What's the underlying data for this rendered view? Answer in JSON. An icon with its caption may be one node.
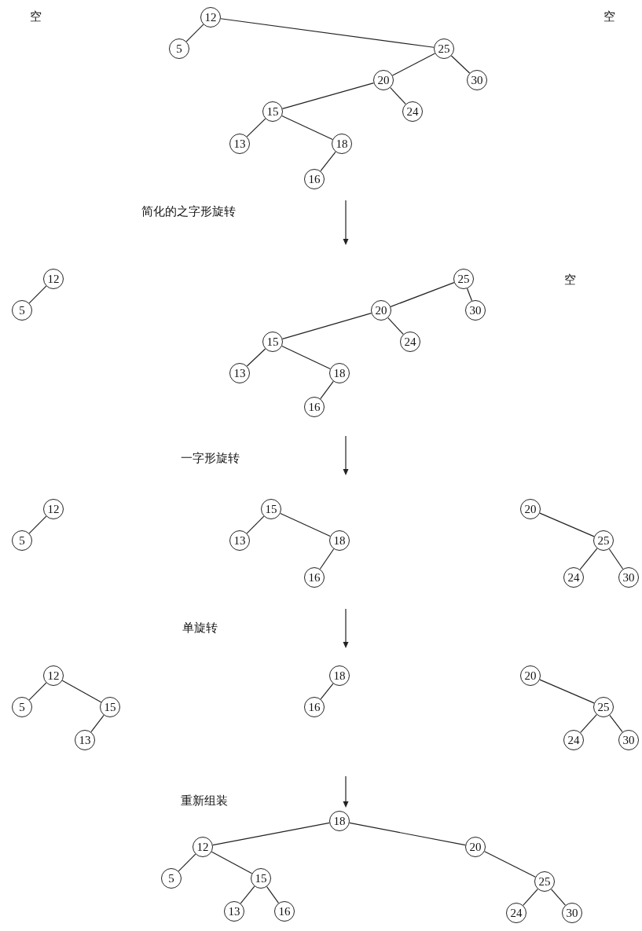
{
  "diagram": {
    "nodes": [
      {
        "text": [
          "12"
        ]
      },
      {
        "text": [
          "5"
        ]
      },
      {
        "text": [
          "25"
        ]
      },
      {
        "text": [
          "20"
        ]
      },
      {
        "text": [
          "30"
        ]
      },
      {
        "text": [
          "15"
        ]
      },
      {
        "text": [
          "24"
        ]
      },
      {
        "text": [
          "13"
        ]
      },
      {
        "text": [
          "18"
        ]
      },
      {
        "text": [
          "16"
        ]
      },
      {
        "text": [
          "12"
        ]
      },
      {
        "text": [
          "5"
        ]
      },
      {
        "text": [
          "25"
        ]
      },
      {
        "text": [
          "20"
        ]
      },
      {
        "text": [
          "30"
        ]
      },
      {
        "text": [
          "15"
        ]
      },
      {
        "text": [
          "24"
        ]
      },
      {
        "text": [
          "13"
        ]
      },
      {
        "text": [
          "18"
        ]
      },
      {
        "text": [
          "16"
        ]
      },
      {
        "text": [
          "12"
        ]
      },
      {
        "text": [
          "5"
        ]
      },
      {
        "text": [
          "15"
        ]
      },
      {
        "text": [
          "13"
        ]
      },
      {
        "text": [
          "18"
        ]
      },
      {
        "text": [
          "16"
        ]
      },
      {
        "text": [
          "20"
        ]
      },
      {
        "text": [
          "25"
        ]
      },
      {
        "text": [
          "24"
        ]
      },
      {
        "text": [
          "30"
        ]
      },
      {
        "text": [
          "12"
        ]
      },
      {
        "text": [
          "5"
        ]
      },
      {
        "text": [
          "15"
        ]
      },
      {
        "text": [
          "13"
        ]
      },
      {
        "text": [
          "18"
        ]
      },
      {
        "text": [
          "16"
        ]
      },
      {
        "text": [
          "20"
        ]
      },
      {
        "text": [
          "25"
        ]
      },
      {
        "text": [
          "24"
        ]
      },
      {
        "text": [
          "30"
        ]
      },
      {
        "text": [
          "18"
        ]
      },
      {
        "text": [
          "12"
        ]
      },
      {
        "text": [
          "20"
        ]
      },
      {
        "text": [
          "5"
        ]
      },
      {
        "text": [
          "15"
        ]
      },
      {
        "text": [
          "25"
        ]
      },
      {
        "text": [
          "13"
        ]
      },
      {
        "text": [
          "16"
        ]
      },
      {
        "text": [
          "24"
        ]
      },
      {
        "text": [
          "30"
        ]
      }
    ],
    "edges": [
      {
        "from": 0,
        "to": 1,
        "arrow": "none"
      },
      {
        "from": 0,
        "to": 2,
        "arrow": "none"
      },
      {
        "from": 2,
        "to": 3,
        "arrow": "none"
      },
      {
        "from": 2,
        "to": 4,
        "arrow": "none"
      },
      {
        "from": 3,
        "to": 5,
        "arrow": "none"
      },
      {
        "from": 3,
        "to": 6,
        "arrow": "none"
      },
      {
        "from": 5,
        "to": 7,
        "arrow": "none"
      },
      {
        "from": 5,
        "to": 8,
        "arrow": "none"
      },
      {
        "from": 8,
        "to": 9,
        "arrow": "none"
      },
      {
        "from": 10,
        "to": 11,
        "arrow": "none"
      },
      {
        "from": 12,
        "to": 13,
        "arrow": "none"
      },
      {
        "from": 12,
        "to": 14,
        "arrow": "none"
      },
      {
        "from": 13,
        "to": 15,
        "arrow": "none"
      },
      {
        "from": 13,
        "to": 16,
        "arrow": "none"
      },
      {
        "from": 15,
        "to": 17,
        "arrow": "none"
      },
      {
        "from": 15,
        "to": 18,
        "arrow": "none"
      },
      {
        "from": 18,
        "to": 19,
        "arrow": "none"
      },
      {
        "from": 20,
        "to": 21,
        "arrow": "none"
      },
      {
        "from": 22,
        "to": 23,
        "arrow": "none"
      },
      {
        "from": 22,
        "to": 24,
        "arrow": "none"
      },
      {
        "from": 24,
        "to": 25,
        "arrow": "none"
      },
      {
        "from": 26,
        "to": 27,
        "arrow": "none"
      },
      {
        "from": 27,
        "to": 28,
        "arrow": "none"
      },
      {
        "from": 27,
        "to": 29,
        "arrow": "none"
      },
      {
        "from": 30,
        "to": 31,
        "arrow": "none"
      },
      {
        "from": 30,
        "to": 32,
        "arrow": "none"
      },
      {
        "from": 32,
        "to": 33,
        "arrow": "none"
      },
      {
        "from": 34,
        "to": 35,
        "arrow": "none"
      },
      {
        "from": 36,
        "to": 37,
        "arrow": "none"
      },
      {
        "from": 37,
        "to": 38,
        "arrow": "none"
      },
      {
        "from": 37,
        "to": 39,
        "arrow": "none"
      },
      {
        "from": 40,
        "to": 41,
        "arrow": "none"
      },
      {
        "from": 40,
        "to": 42,
        "arrow": "none"
      },
      {
        "from": 41,
        "to": 43,
        "arrow": "none"
      },
      {
        "from": 41,
        "to": 44,
        "arrow": "none"
      },
      {
        "from": 44,
        "to": 46,
        "arrow": "none"
      },
      {
        "from": 44,
        "to": 47,
        "arrow": "none"
      },
      {
        "from": 42,
        "to": 45,
        "arrow": "none"
      },
      {
        "from": 45,
        "to": 48,
        "arrow": "none"
      },
      {
        "from": 45,
        "to": 49,
        "arrow": "none"
      }
    ],
    "labels": [
      "空",
      "空",
      "简化的之字形旋转",
      "空",
      "一字形旋转",
      "单旋转",
      "重新组装"
    ]
  }
}
